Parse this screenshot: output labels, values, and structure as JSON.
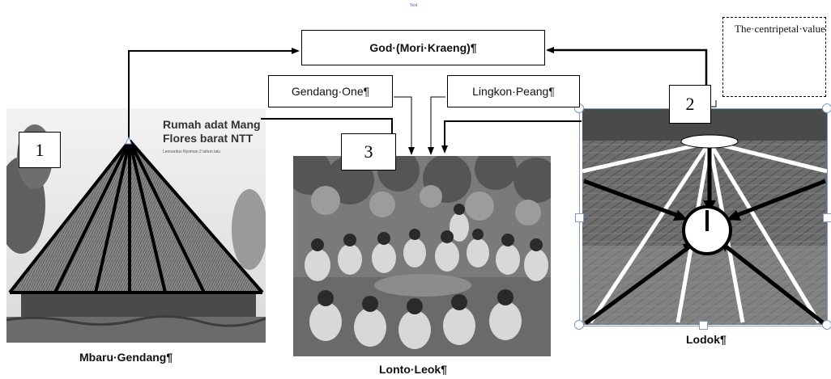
{
  "top_mark": "Text",
  "god_box": {
    "label": "God·(Mori·Kraeng)¶"
  },
  "centripetal_box": {
    "text": "The·centripetal·value·of·the·Lonto·Leok·"
  },
  "gendang_one_box": {
    "label": "Gendang·One¶"
  },
  "lingkon_peang_box": {
    "label": "Lingkon·Peang¶"
  },
  "markers": {
    "one": "1",
    "two": "2",
    "three": "3"
  },
  "photo_mbaru": {
    "overlay_line1": "Rumah adat Mang",
    "overlay_line2": "Flores barat NTT",
    "overlay_line3": "Leonardus Nyoman 2 tahun lalu",
    "caption": "Mbaru·Gendang¶"
  },
  "photo_lonto": {
    "caption": "Lonto·Leok¶"
  },
  "photo_lodok": {
    "caption": "Lodok¶"
  },
  "colors": {
    "line": "#000000",
    "spoke_white": "#ffffff",
    "handle": "#7a9cc6"
  }
}
